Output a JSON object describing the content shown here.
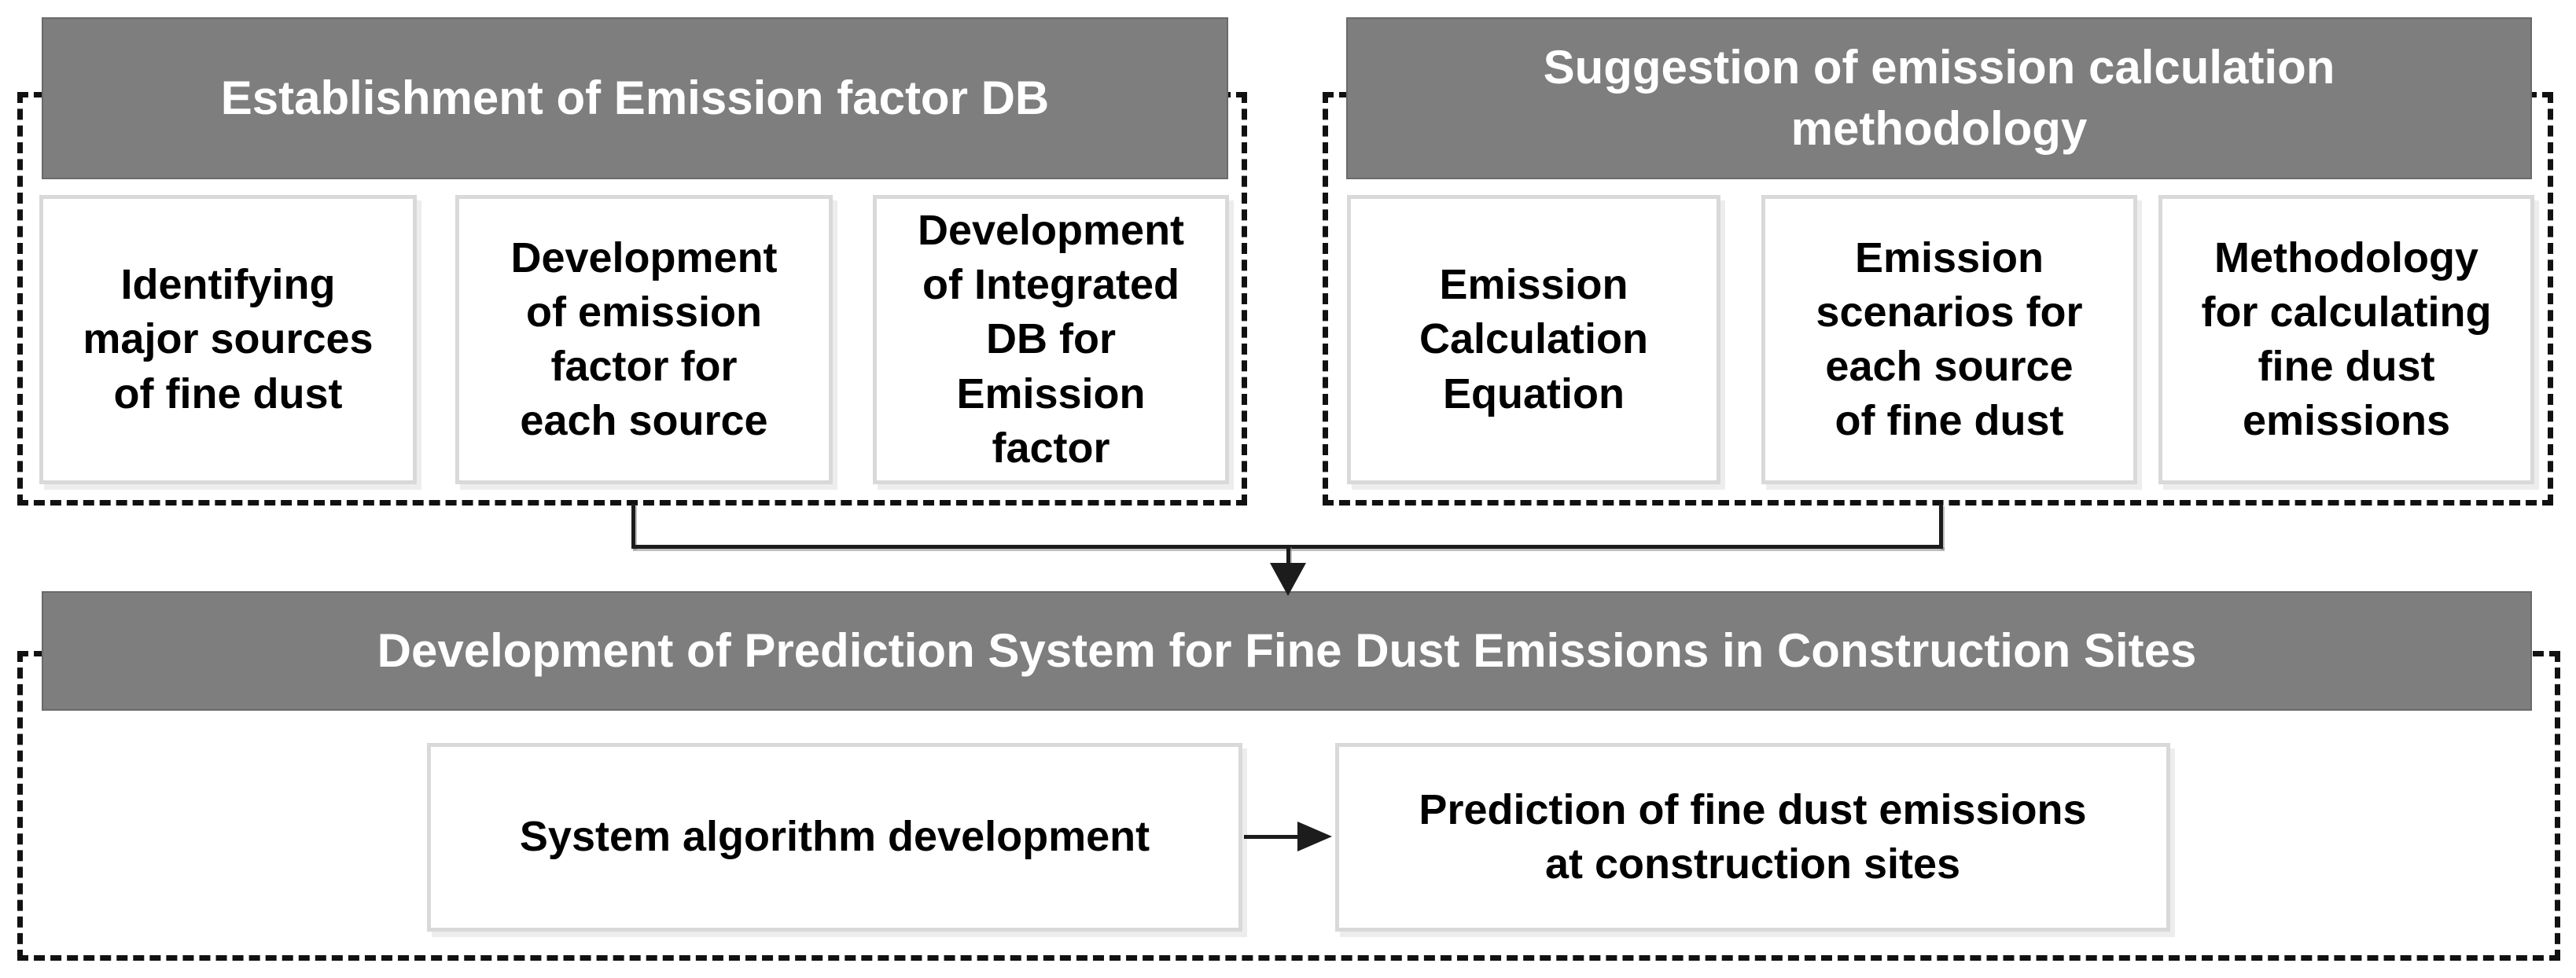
{
  "diagram": {
    "top_left": {
      "title": "Establishment of Emission factor DB",
      "items": [
        "Identifying\nmajor sources\nof fine dust",
        "Development\nof emission\nfactor for\neach source",
        "Development\nof Integrated\nDB for\nEmission\nfactor"
      ]
    },
    "top_right": {
      "title": "Suggestion of emission calculation\nmethodology",
      "items": [
        "Emission\nCalculation\nEquation",
        "Emission\nscenarios for\neach source\nof fine dust",
        "Methodology\nfor calculating\nfine dust\nemissions"
      ]
    },
    "bottom": {
      "title": "Development of Prediction System for Fine Dust Emissions in Construction Sites",
      "items": [
        "System algorithm development",
        "Prediction of fine dust emissions\nat construction sites"
      ]
    }
  },
  "icons": {
    "down_arrow": "filled-triangle-down",
    "right_arrow": "filled-triangle-right"
  },
  "colors": {
    "header_bg": "#7e7e7e",
    "header_text": "#ffffff",
    "box_bg": "#ffffff",
    "box_border": "#d9d9d9",
    "dashed_border": "#111111",
    "connector": "#1c1c1c",
    "body_text": "#000000",
    "background": "#ffffff"
  }
}
